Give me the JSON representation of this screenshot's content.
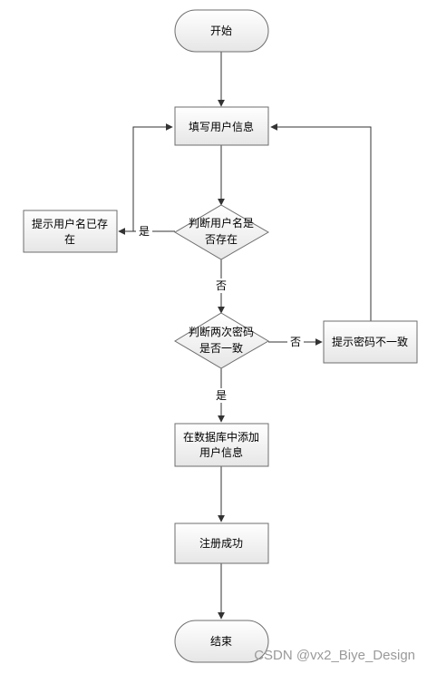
{
  "nodes": {
    "start": {
      "label": "开始"
    },
    "fill_info": {
      "label": "填写用户信息"
    },
    "check_username": {
      "lines": [
        "判断用户名是",
        "否存在"
      ]
    },
    "username_exists_msg": {
      "lines": [
        "提示用户名已存",
        "在"
      ]
    },
    "check_password": {
      "lines": [
        "判断两次密码",
        "是否一致"
      ]
    },
    "password_mismatch_msg": {
      "label": "提示密码不一致"
    },
    "add_to_db": {
      "lines": [
        "在数据库中添加",
        "用户信息"
      ]
    },
    "register_success": {
      "label": "注册成功"
    },
    "end": {
      "label": "结束"
    }
  },
  "edge_labels": {
    "username_yes": "是",
    "username_no": "否",
    "password_no": "否",
    "password_yes": "是"
  },
  "watermark": "CSDN @vx2_Biye_Design",
  "colors": {
    "shape_fill_top": "#ffffff",
    "shape_fill_bottom": "#e9e9e9",
    "stroke": "#6e6e6e",
    "edge": "#333333",
    "watermark": "#9a9a9a"
  }
}
